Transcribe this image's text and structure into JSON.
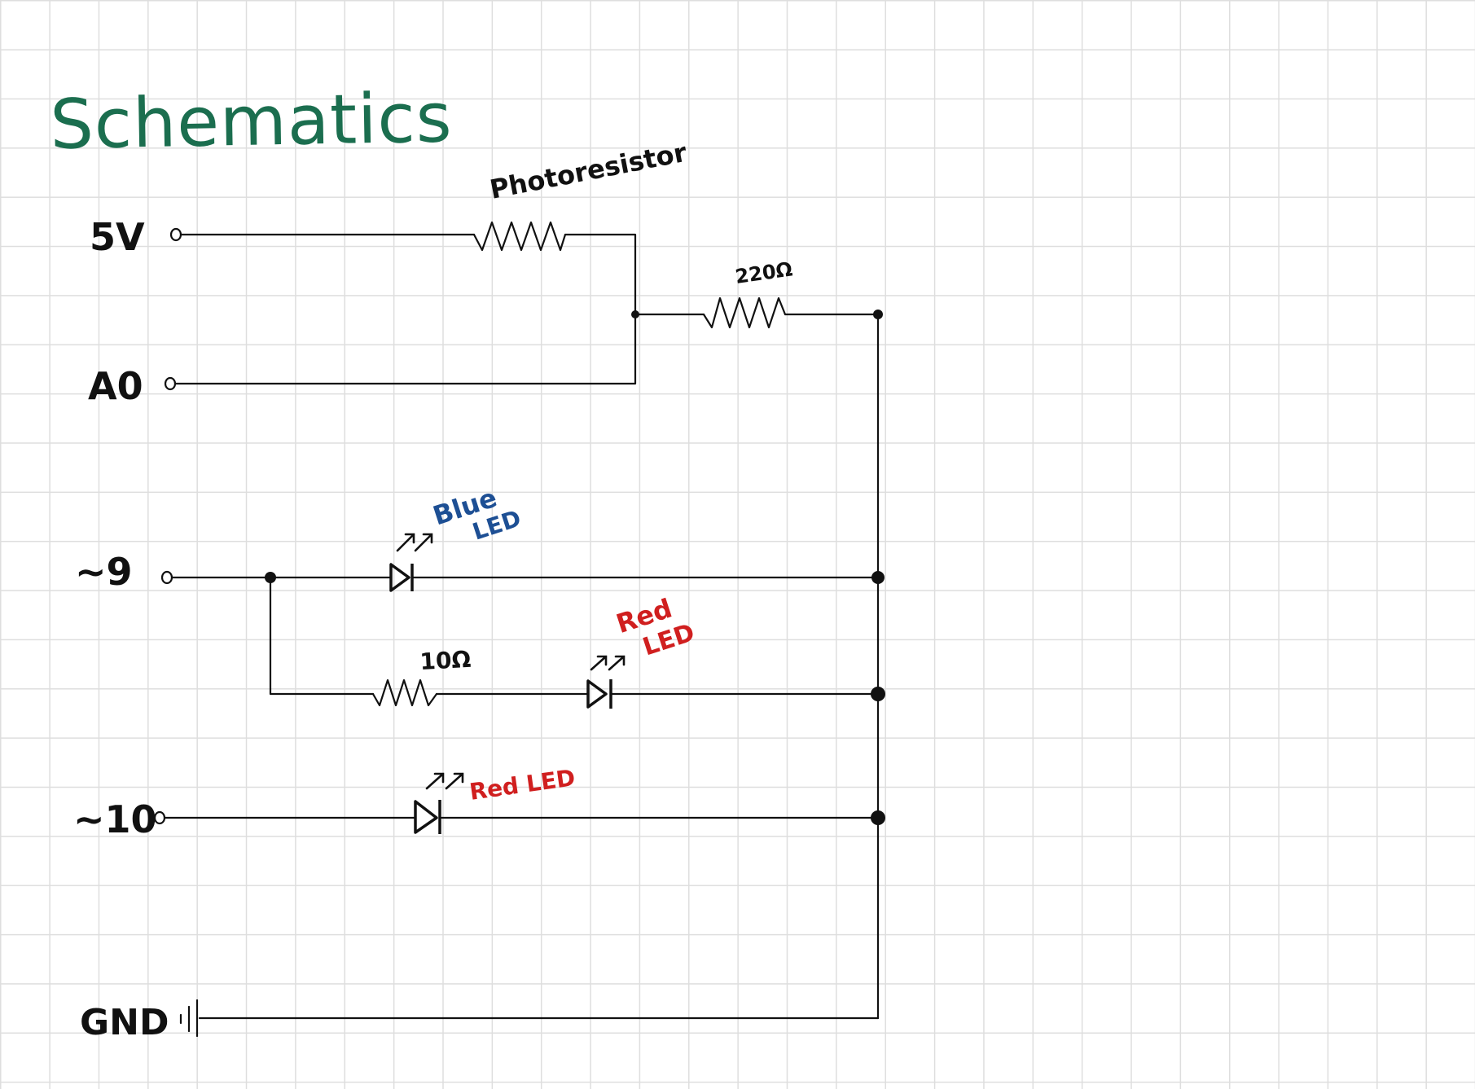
{
  "title": "Schematics",
  "colors": {
    "title": "#1b6e4f",
    "ink": "#111111",
    "blue_label": "#1d4f94",
    "red_label": "#d01f1f"
  },
  "pins": {
    "v5": "5V",
    "a0": "A0",
    "d9": "~9",
    "d10": "~10",
    "gnd": "GND"
  },
  "components": {
    "photoresistor": "Photoresistor",
    "r220": "220Ω",
    "r10": "10Ω",
    "blue_led": [
      "Blue",
      "LED"
    ],
    "red_led_1": [
      "Red",
      "LED"
    ],
    "red_led_2": "Red LED"
  },
  "icons": {
    "ground": "ground-symbol-icon",
    "led": "led-diode-icon",
    "resistor": "resistor-zigzag-icon",
    "terminal": "open-terminal-icon",
    "junction": "junction-dot-icon"
  }
}
